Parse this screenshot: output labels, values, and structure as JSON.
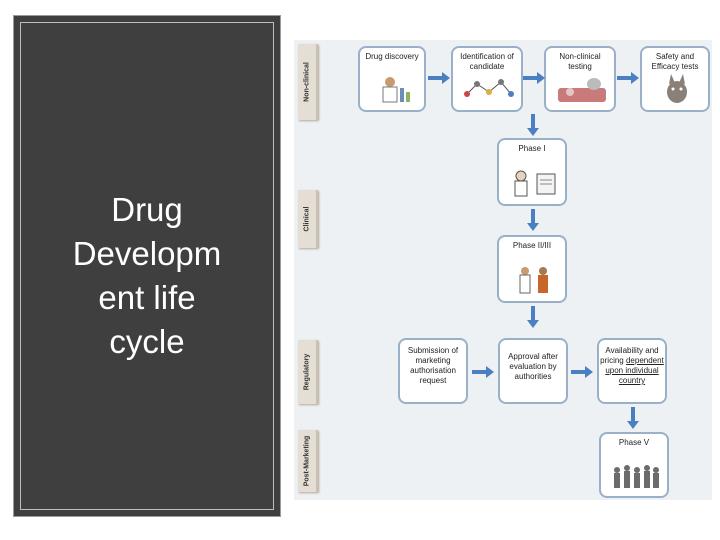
{
  "slide": {
    "title_lines": [
      "Drug",
      "Developm",
      "ent life",
      "cycle"
    ]
  },
  "stages": {
    "non_clinical": "Non-clinical",
    "clinical": "Clinical",
    "regulatory": "Regulatory",
    "post_marketing": "Post-Marketing"
  },
  "nodes": {
    "drug_discovery": "Drug discovery",
    "identification_1": "Identification of",
    "identification_2": "candidate",
    "non_clinical_1": "Non-clinical",
    "non_clinical_2": "testing",
    "safety_1": "Safety and",
    "safety_2": "Efficacy tests",
    "phase1": "Phase I",
    "phase2": "Phase II/III",
    "submission_1": "Submission of",
    "submission_2": "marketing",
    "submission_3": "authorisation",
    "submission_4": "request",
    "approval_1": "Approval after",
    "approval_2": "evaluation by",
    "approval_3": "authorities",
    "availability_1": "Availability and",
    "availability_2a": "pricing",
    "availability_2b": "dependent",
    "availability_3": "upon individual",
    "availability_4": "country",
    "phase5": "Phase V"
  },
  "colors": {
    "arrow": "#4a7fc1",
    "node_border": "#9ab0c8",
    "panel": "#3f3f3f"
  }
}
